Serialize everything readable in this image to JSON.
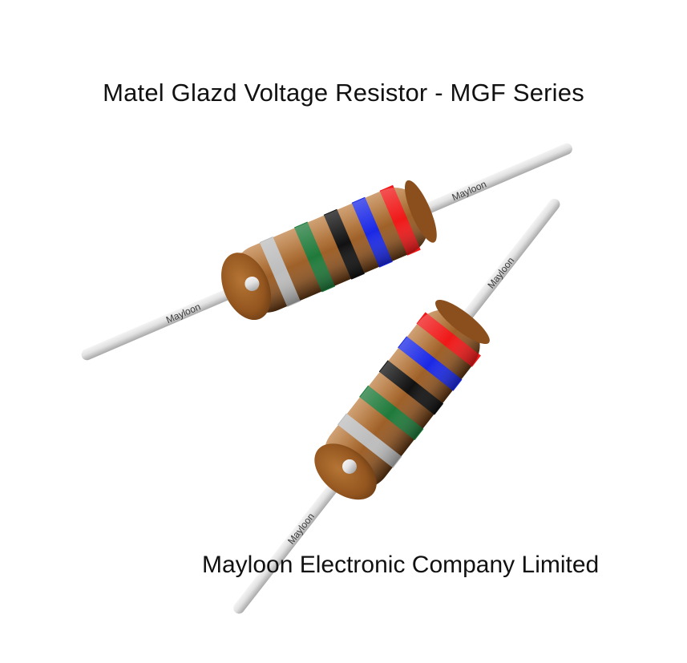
{
  "title": "Matel Glazd Voltage Resistor - MGF Series",
  "company": "Mayloon Electronic Company Limited",
  "lead_label": "Mayloon",
  "colors": {
    "body": "#a0632a",
    "body_shadow": "#6e3f16",
    "body_highlight": "#c98d4e",
    "lead": "#d4d4d4",
    "band_gray": "#bdbdbd",
    "band_green": "#1f7a3a",
    "band_black": "#111111",
    "band_blue": "#1a28e6",
    "band_red": "#f01818"
  },
  "resistors": [
    {
      "name": "resistor-top",
      "bands": [
        "band_gray",
        "band_green",
        "band_black",
        "band_blue",
        "band_red"
      ]
    },
    {
      "name": "resistor-bottom",
      "bands": [
        "band_gray",
        "band_green",
        "band_black",
        "band_blue",
        "band_red"
      ]
    }
  ]
}
